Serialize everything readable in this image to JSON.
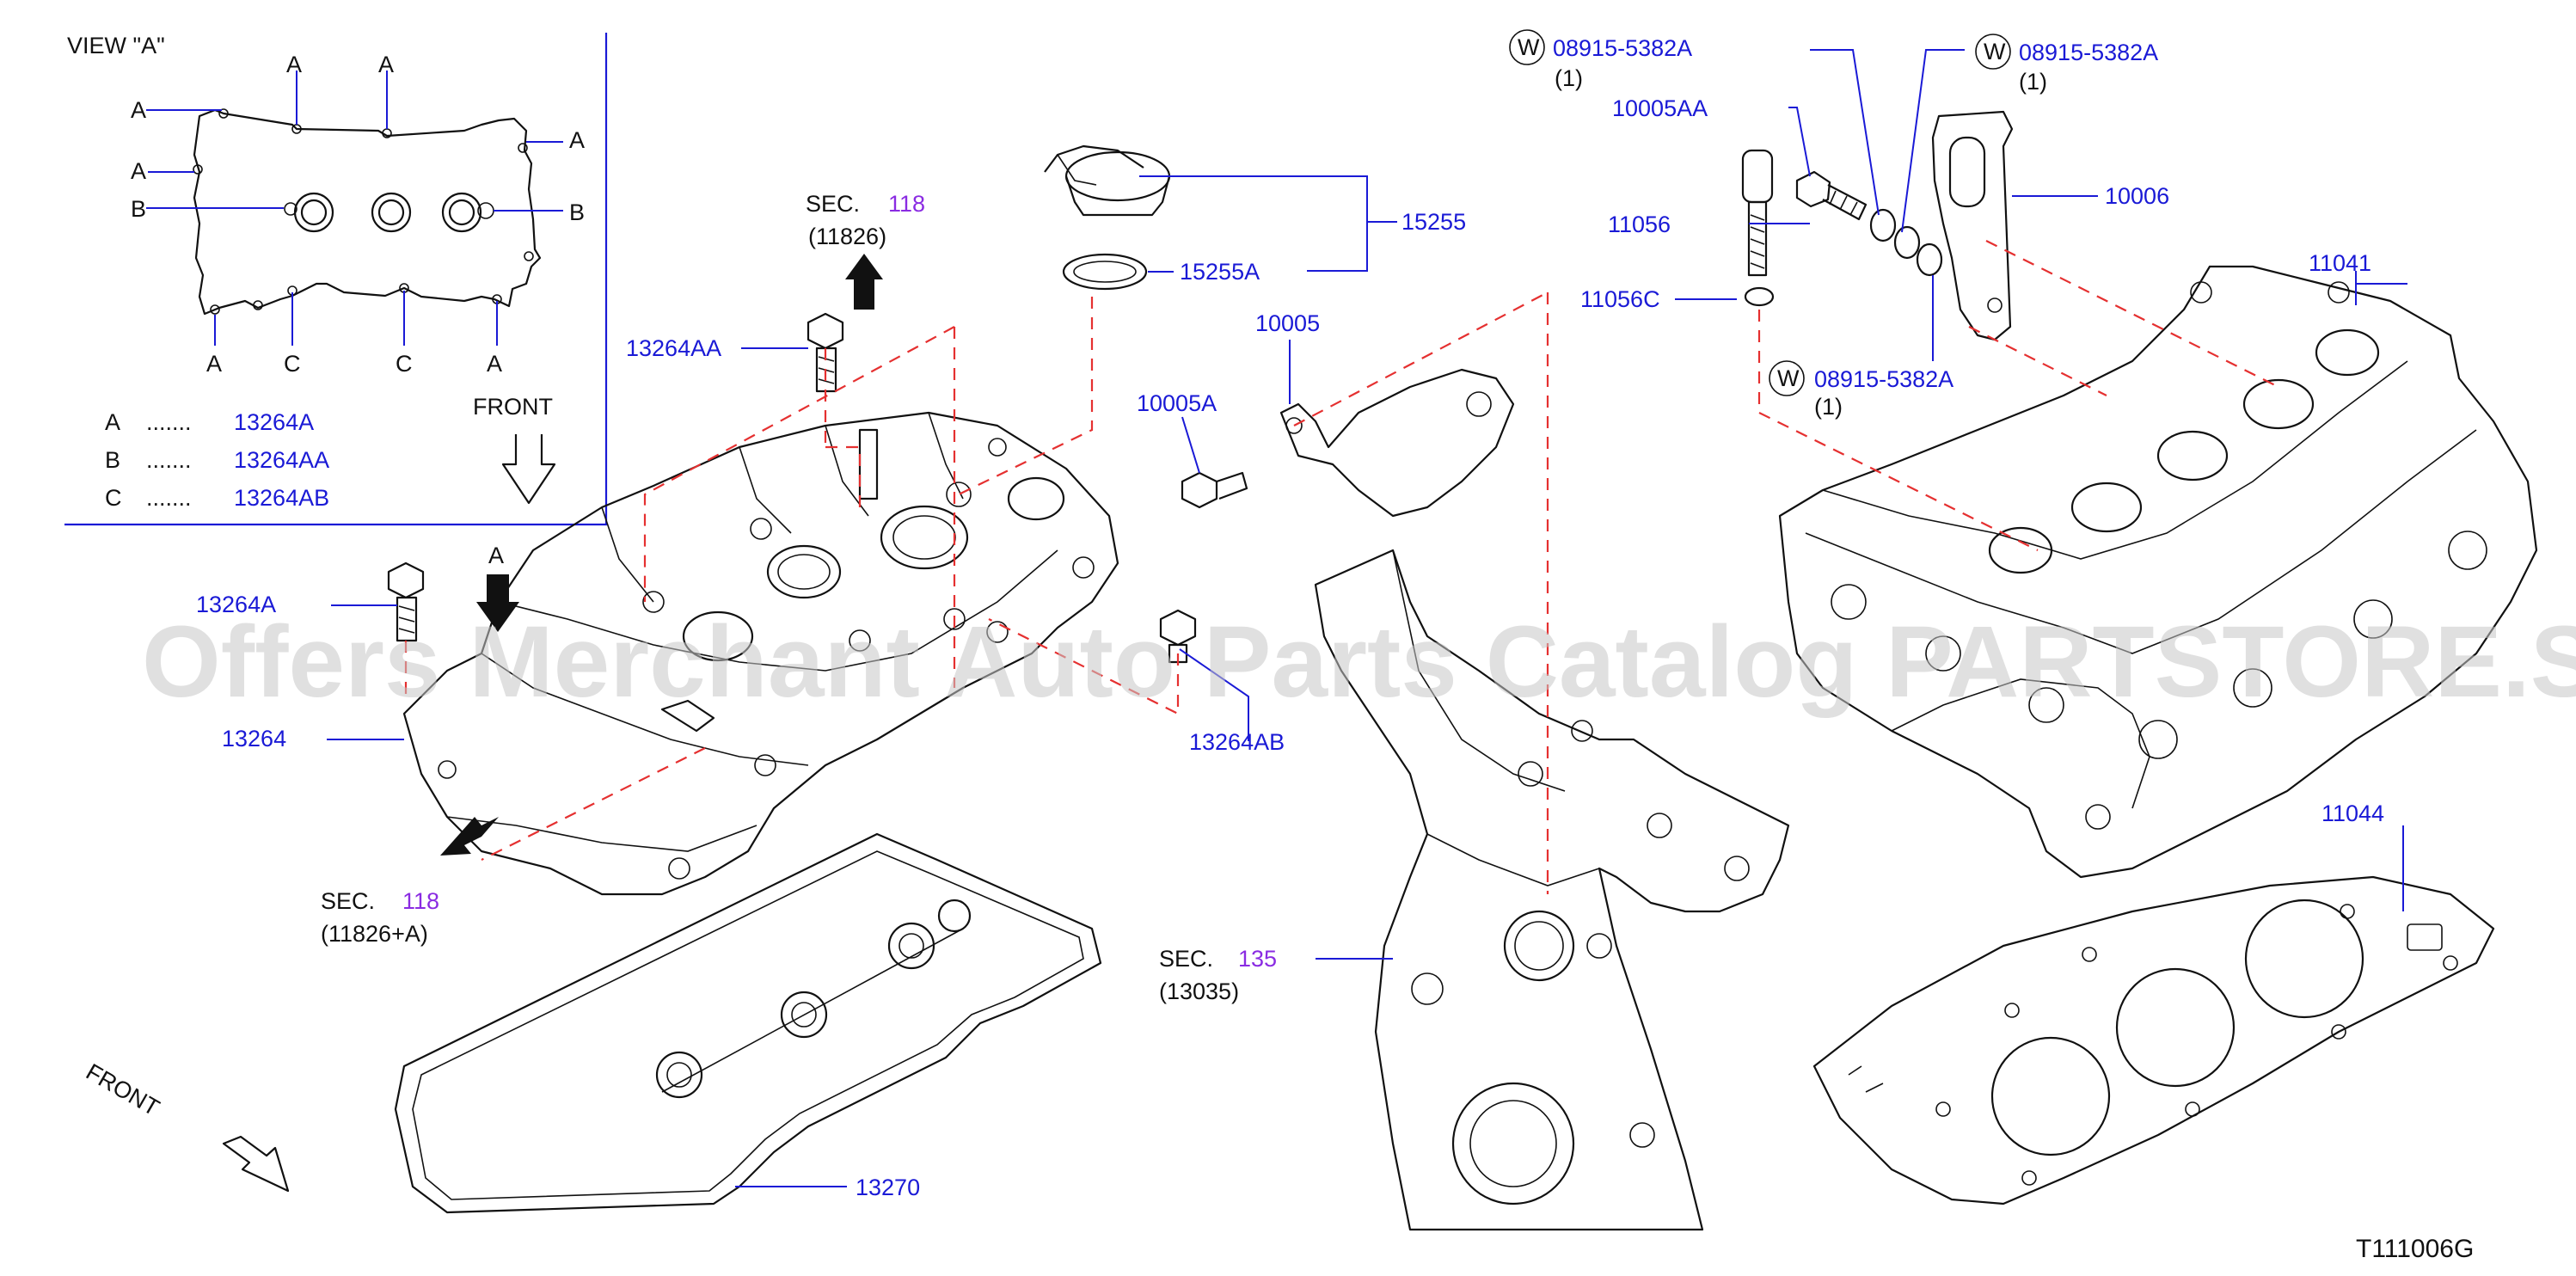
{
  "view_a": {
    "title": "VIEW   \"A\"",
    "front_label": "FRONT",
    "point_labels": {
      "a": "A",
      "b": "B",
      "c": "C"
    },
    "legend": [
      {
        "key": "A",
        "dots": ".......",
        "part": "13264A"
      },
      {
        "key": "B",
        "dots": ".......",
        "part": "13264AA"
      },
      {
        "key": "C",
        "dots": ".......",
        "part": "13264AB"
      }
    ]
  },
  "parts": {
    "p13264AA": "13264AA",
    "p13264A": "13264A",
    "p13264": "13264",
    "p13264AB": "13264AB",
    "p13270": "13270",
    "p15255": "15255",
    "p15255A": "15255A",
    "p10005": "10005",
    "p10005A": "10005A",
    "p10005AA": "10005AA",
    "p11056": "11056",
    "p11056C": "11056C",
    "p10006": "10006",
    "p11041": "11041",
    "p11044": "11044"
  },
  "washers": [
    {
      "symbol": "W",
      "part": "08915-5382A",
      "qty": "(1)"
    },
    {
      "symbol": "W",
      "part": "08915-5382A",
      "qty": "(1)"
    },
    {
      "symbol": "W",
      "part": "08915-5382A",
      "qty": "(1)"
    }
  ],
  "sections": [
    {
      "prefix": "SEC.",
      "num": "118",
      "ref": "(11826)"
    },
    {
      "prefix": "SEC.",
      "num": "118",
      "ref": "(11826+A)"
    },
    {
      "prefix": "SEC.",
      "num": "135",
      "ref": "(13035)"
    }
  ],
  "arrow_a_label": "A",
  "front_label": "FRONT",
  "diagram_id": "T111006G",
  "watermark": "Offers Merchant Auto Parts Catalog PARTSTORE.SA",
  "colors": {
    "label": "#1a1ad6",
    "section_num": "#8a2be2",
    "dash": "#e53030",
    "line": "#111111"
  }
}
